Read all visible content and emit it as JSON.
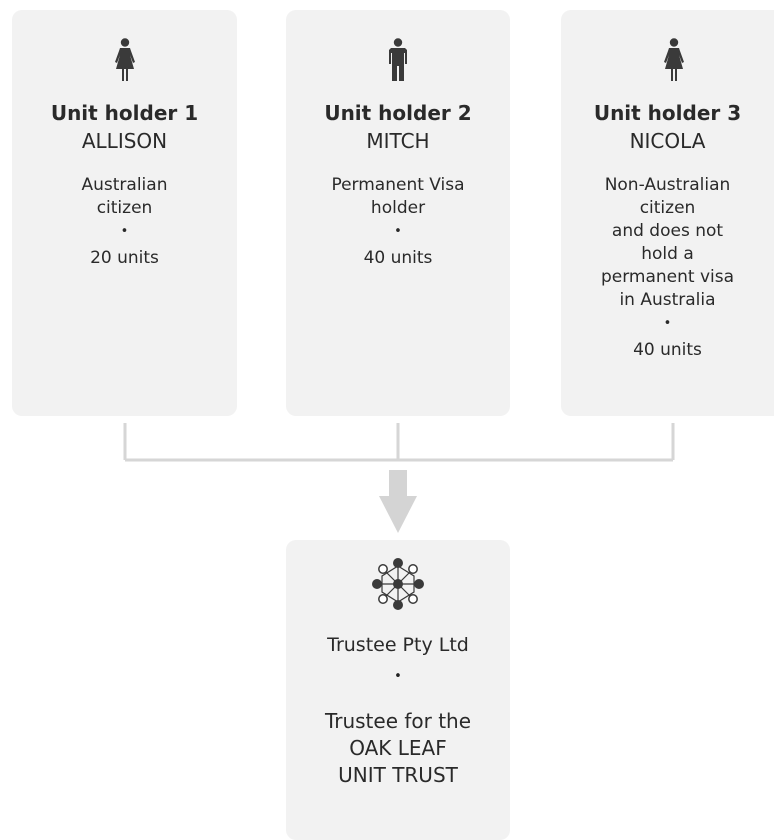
{
  "holders": [
    {
      "title": "Unit holder 1",
      "name": "ALLISON",
      "status_lines": [
        "Australian",
        "citizen"
      ],
      "bullet": "•",
      "units": "20 units",
      "icon": "female-person-icon"
    },
    {
      "title": "Unit holder 2",
      "name": "MITCH",
      "status_lines": [
        "Permanent Visa",
        "holder"
      ],
      "bullet": "•",
      "units": "40 units",
      "icon": "male-person-icon"
    },
    {
      "title": "Unit holder 3",
      "name": "NICOLA",
      "status_lines": [
        "Non-Australian",
        "citizen",
        "and does not",
        "hold a",
        "permanent visa",
        "in Australia"
      ],
      "bullet": "•",
      "units": "40 units",
      "icon": "female-person-icon"
    }
  ],
  "trustee": {
    "name": "Trustee Pty Ltd",
    "bullet": "•",
    "desc_lines": [
      "Trustee for the",
      "OAK LEAF",
      "UNIT TRUST"
    ],
    "icon": "organization-network-icon"
  },
  "colors": {
    "card_bg": "#f2f2f2",
    "connector": "#d6d6d6",
    "arrow": "#d4d4d4",
    "icon": "#3a3a3a",
    "text": "#2a2a2a"
  }
}
